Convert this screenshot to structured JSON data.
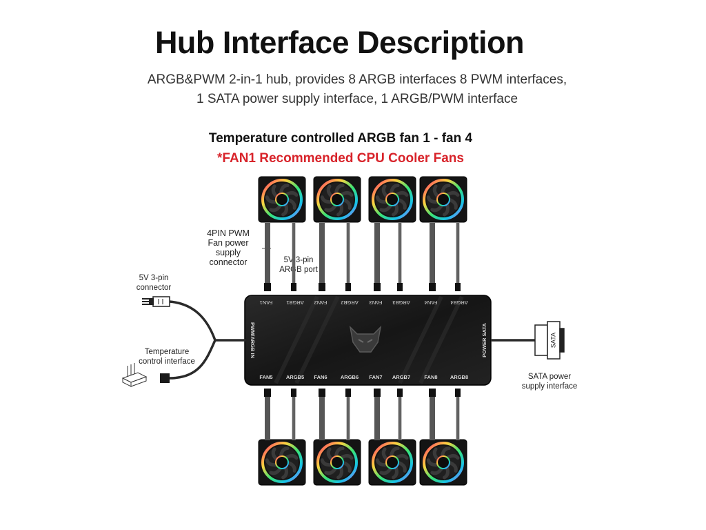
{
  "title": "Hub Interface Description",
  "subtitle_line1": "ARGB&PWM 2-in-1 hub, provides 8 ARGB interfaces 8 PWM interfaces,",
  "subtitle_line2": "1 SATA power supply interface, 1 ARGB/PWM interface",
  "fan_heading": "Temperature controlled ARGB fan 1 - fan 4",
  "fan_note": "*FAN1 Recommended CPU Cooler Fans",
  "labels": {
    "pwm_connector": [
      "4PIN PWM",
      "Fan power supply",
      "connector"
    ],
    "argb_port": [
      "5V 3-pin",
      "ARGB port"
    ],
    "five_v_connector": [
      "5V 3-pin",
      "connector"
    ],
    "temp_interface": [
      "Temperature",
      "control interface"
    ],
    "sata_interface": [
      "SATA power",
      "supply interface"
    ]
  },
  "hub": {
    "top_ports": [
      "FAN1",
      "ARGB1",
      "FAN2",
      "ARGB2",
      "FAN3",
      "ARGB3",
      "FAN4",
      "ARGB4"
    ],
    "bottom_ports": [
      "FAN5",
      "ARGB5",
      "FAN6",
      "ARGB6",
      "FAN7",
      "ARGB7",
      "FAN8",
      "ARGB8"
    ],
    "left_label": "PWM/ARGB IN",
    "right_label": "POWER SATA",
    "sata_plug_label": "SATA"
  },
  "colors": {
    "title": "#111111",
    "note_red": "#d8232a",
    "hub_body": "#1b1b1b",
    "fan_frame": "#141414",
    "cable": "#2a2a2a"
  }
}
